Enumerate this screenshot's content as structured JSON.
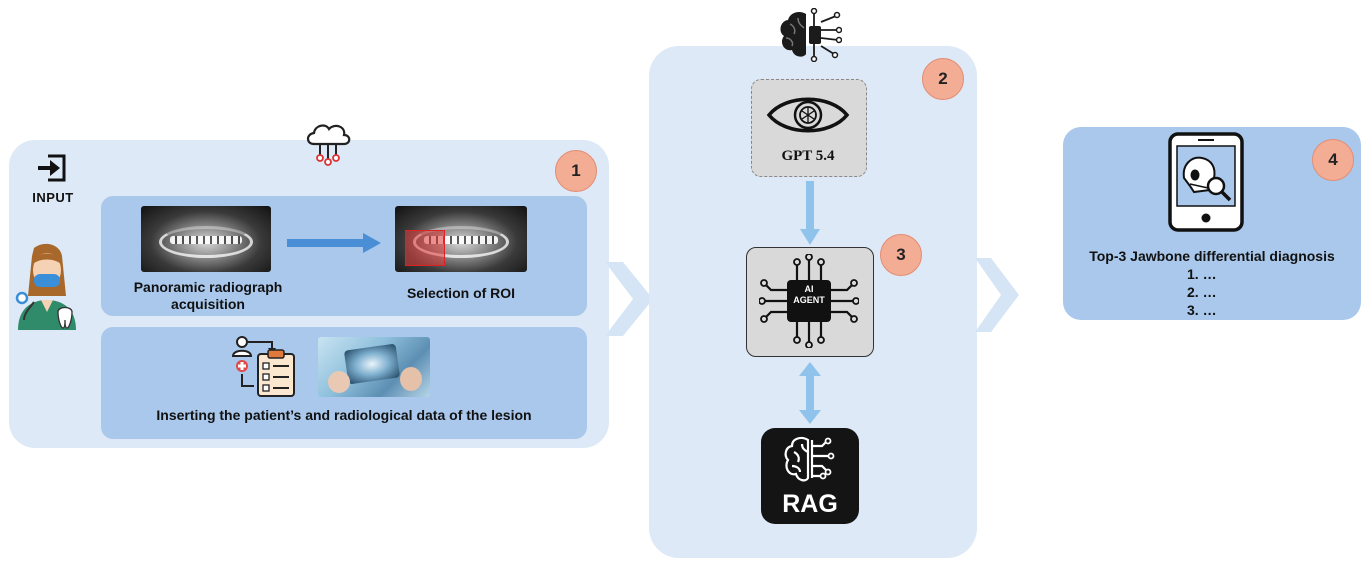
{
  "input": {
    "label": "INPUT",
    "step_badge": "1",
    "acquisition_label": "Panoramic radiograph acquisition",
    "roi_label": "Selection of ROI",
    "data_label": "Inserting the patient’s and radiological data of the lesion"
  },
  "model": {
    "step_badge": "2",
    "gpt_label": "GPT 5.4",
    "agent_badge": "3",
    "agent_chip_text": "AI AGENT",
    "rag_label": "RAG"
  },
  "output": {
    "step_badge": "4",
    "title": "Top-3 Jawbone differential diagnosis",
    "items": [
      "1.  …",
      "2.  …",
      "3.  …"
    ]
  },
  "icons": {
    "cloud": "cloud-network-icon",
    "brain": "brain-chip-icon",
    "input": "input-arrow-icon",
    "dentist": "dentist-avatar-icon",
    "clipboard": "patient-clipboard-icon",
    "eye": "eye-icon",
    "chip": "ai-chip-icon",
    "rag_brain": "rag-brain-icon",
    "tablet": "tablet-skull-icon"
  },
  "colors": {
    "panel": "#dde9f6",
    "subpanel": "#a9c8ec",
    "badge": "#f3ad95",
    "arrow": "#5b9bdc",
    "chevron": "#c9ddf1"
  }
}
